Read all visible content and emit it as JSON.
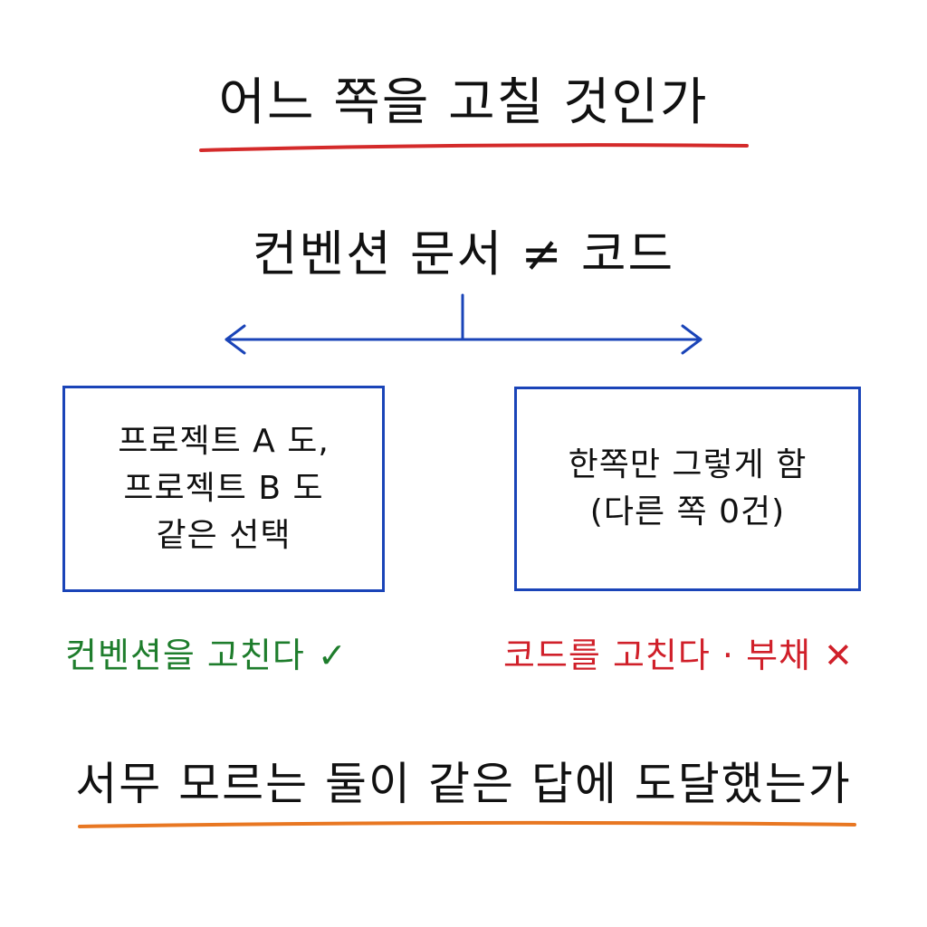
{
  "title": "어느 쪽을 고칠 것인가",
  "subtitle": "컨벤션 문서 ≠ 코드",
  "left_box": {
    "lines": [
      "프로젝트 A 도,",
      "프로젝트 B 도",
      "같은 선택"
    ]
  },
  "right_box": {
    "lines": [
      "한쪽만 그렇게 함",
      "(다른 쪽 0건)"
    ]
  },
  "left_verdict": {
    "text": "컨벤션을 고친다",
    "mark": "✓",
    "color": "#1e7d2c"
  },
  "right_verdict": {
    "text": "코드를 고친다 · 부채",
    "mark": "✕",
    "color": "#d0202a"
  },
  "footer": "서무 모르는 둘이 같은 답에 도달했는가",
  "colors": {
    "title_underline": "#d42a2a",
    "footer_underline": "#e87722",
    "arrow": "#1a44b8"
  }
}
